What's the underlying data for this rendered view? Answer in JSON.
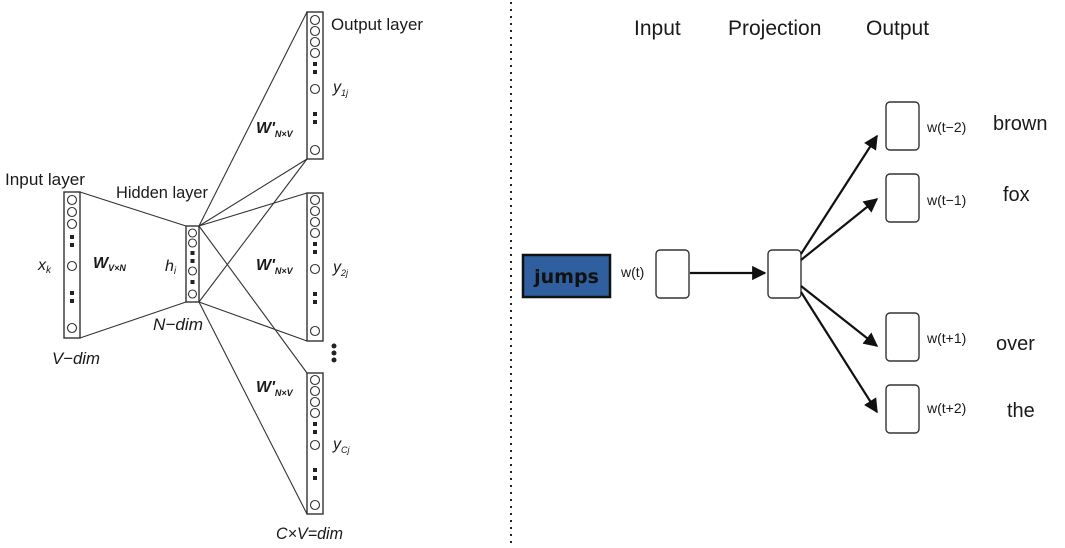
{
  "left_diagram": {
    "input_layer_label": "Input layer",
    "hidden_layer_label": "Hidden layer",
    "output_layer_label": "Output layer",
    "x_label": "x",
    "x_sub": "k",
    "w_input_label": "W",
    "w_input_sub": "V×N",
    "h_label": "h",
    "h_sub": "i",
    "w_output_label": "W'",
    "w_output_sub": "N×V",
    "y1_label": "y",
    "y1_sub": "1j",
    "y2_label": "y",
    "y2_sub": "2j",
    "yc_label": "y",
    "yc_sub": "Cj",
    "v_dim_label": "V−dim",
    "n_dim_label": "N−dim",
    "cv_dim_label": "C×V=dim"
  },
  "right_diagram": {
    "headers": {
      "input": "Input",
      "projection": "Projection",
      "output": "Output"
    },
    "input_word": "jumps",
    "input_node_label": "w(t)",
    "input_word_color": "#2f5f9e",
    "outputs": [
      {
        "node_label": "w(t−2)",
        "word": "brown"
      },
      {
        "node_label": "w(t−1)",
        "word": "fox"
      },
      {
        "node_label": "w(t+1)",
        "word": "over"
      },
      {
        "node_label": "w(t+2)",
        "word": "the"
      }
    ]
  }
}
